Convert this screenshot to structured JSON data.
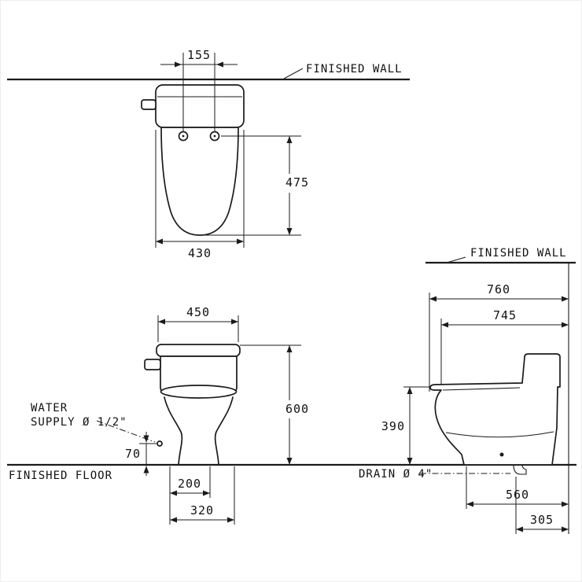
{
  "drawing": {
    "labels": {
      "finished_wall_top": "FINISHED WALL",
      "finished_wall_side": "FINISHED WALL",
      "finished_floor": "FINISHED FLOOR",
      "water_supply_1": "WATER",
      "water_supply_2": "SUPPLY Ø 1/2\"",
      "drain": "DRAIN Ø 4\""
    },
    "dims": {
      "d155": "155",
      "d475": "475",
      "d430": "430",
      "d450": "450",
      "d600": "600",
      "d70": "70",
      "d200": "200",
      "d320": "320",
      "d760": "760",
      "d745": "745",
      "d390": "390",
      "d560": "560",
      "d305": "305"
    },
    "colors": {
      "line": "#1b1b1b",
      "background": "#ffffff"
    }
  }
}
